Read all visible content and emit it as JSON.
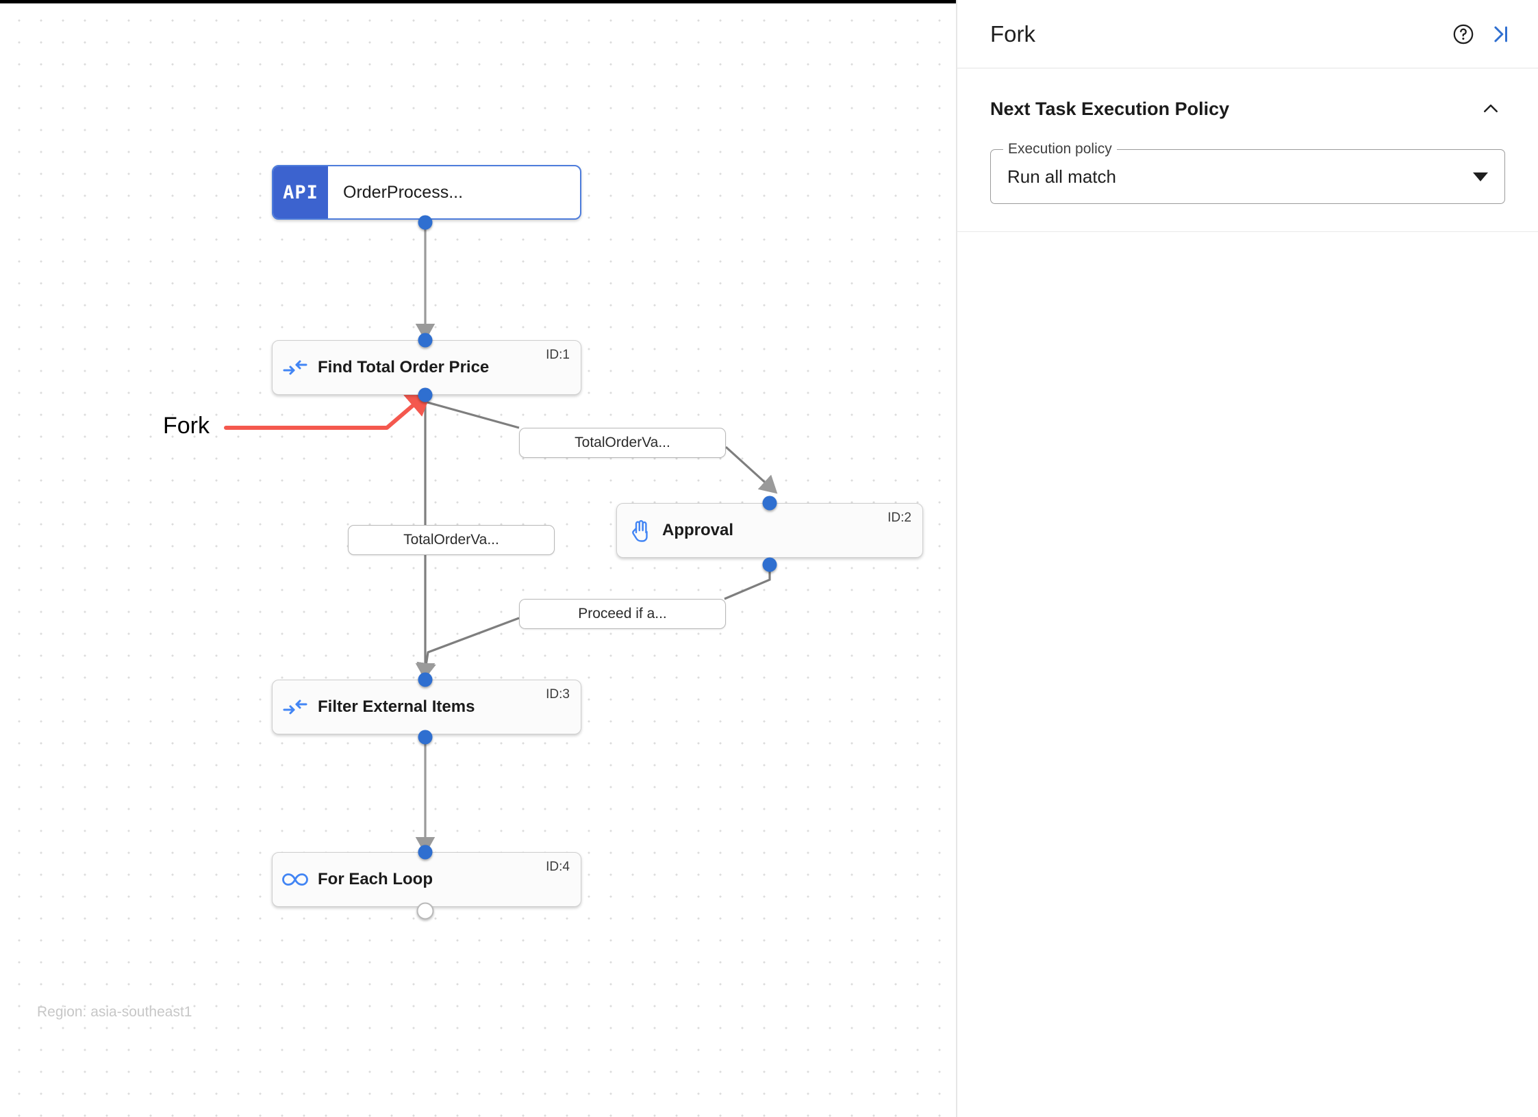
{
  "canvas": {
    "region_text": "Region: asia-southeast1",
    "annotation": {
      "label": "Fork",
      "color": "#f4584e"
    },
    "nodes": [
      {
        "id": "api",
        "badge": "API",
        "title": "OrderProcess...",
        "id_label": "",
        "icon": "api-badge"
      },
      {
        "id": "task1",
        "badge": "",
        "title": "Find Total Order Price",
        "id_label": "ID:1",
        "icon": "merge-arrows-icon"
      },
      {
        "id": "approval",
        "badge": "",
        "title": "Approval",
        "id_label": "ID:2",
        "icon": "hand-icon"
      },
      {
        "id": "task3",
        "badge": "",
        "title": "Filter External Items",
        "id_label": "ID:3",
        "icon": "merge-arrows-icon"
      },
      {
        "id": "loop",
        "badge": "",
        "title": "For Each Loop",
        "id_label": "ID:4",
        "icon": "infinity-icon"
      }
    ],
    "edge_labels": [
      {
        "id": "edge-approval",
        "text": "TotalOrderVa..."
      },
      {
        "id": "edge-direct",
        "text": "TotalOrderVa..."
      },
      {
        "id": "edge-proceed",
        "text": "Proceed if a..."
      }
    ]
  },
  "panel": {
    "title": "Fork",
    "help_icon": "help-circle-icon",
    "collapse_icon": "collapse-panel-icon",
    "section": {
      "title": "Next Task Execution Policy",
      "collapse_icon": "chevron-up-icon",
      "select": {
        "label": "Execution policy",
        "value": "Run all match"
      }
    }
  },
  "colors": {
    "accent_blue": "#2f6fd0",
    "api_blue": "#3c63cf",
    "icon_blue": "#4285f4",
    "annotation_red": "#f4584e"
  }
}
